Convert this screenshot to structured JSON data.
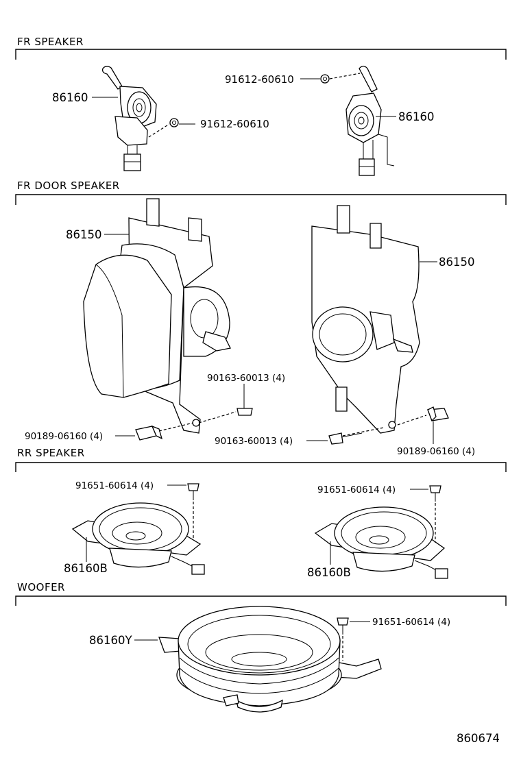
{
  "sections": {
    "fr_speaker": "FR SPEAKER",
    "fr_door_speaker": "FR DOOR SPEAKER",
    "rr_speaker": "RR SPEAKER",
    "woofer": "WOOFER"
  },
  "parts": {
    "fr_speaker_left": "86160",
    "fr_speaker_right": "86160",
    "fr_nut_top": "91612-60610",
    "fr_nut_mid": "91612-60610",
    "door_speaker_left": "86150",
    "door_speaker_right": "86150",
    "door_screw_upper": "90163-60013 (4)",
    "door_screw_lower": "90163-60013 (4)",
    "door_clip_left": "90189-06160 (4)",
    "door_clip_right": "90189-06160 (4)",
    "rr_bolt_left": "91651-60614 (4)",
    "rr_bolt_right": "91651-60614 (4)",
    "rr_speaker_left": "86160B",
    "rr_speaker_right": "86160B",
    "woofer": "86160Y",
    "woofer_bolt": "91651-60614 (4)"
  },
  "illustration_id": "860674"
}
